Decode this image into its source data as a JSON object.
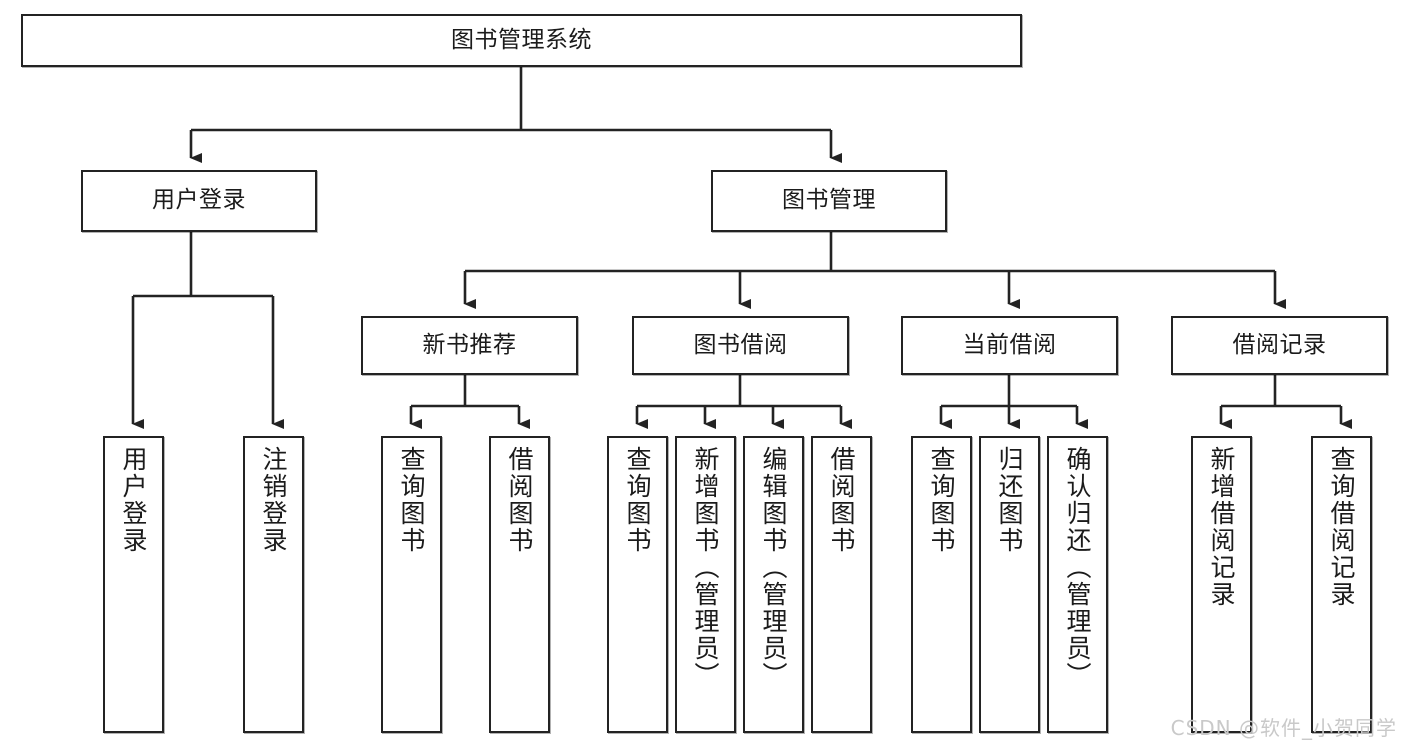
{
  "diagram": {
    "title": "图书管理系统",
    "watermark": "CSDN @软件_小贺同学",
    "accent_color": "#232323",
    "background_color": "#ffffff",
    "nodes": {
      "root": {
        "label": "图书管理系统"
      },
      "level1": [
        {
          "id": "user-login",
          "label": "用户登录"
        },
        {
          "id": "book-manage",
          "label": "图书管理"
        }
      ],
      "level2": [
        {
          "id": "new-book-recommend",
          "label": "新书推荐"
        },
        {
          "id": "book-borrow",
          "label": "图书借阅"
        },
        {
          "id": "current-borrow",
          "label": "当前借阅"
        },
        {
          "id": "borrow-record",
          "label": "借阅记录"
        }
      ],
      "leaves": [
        {
          "id": "leaf-user-login",
          "label": "用户登录",
          "parent": "user-login"
        },
        {
          "id": "leaf-logout-login",
          "label": "注销登录",
          "parent": "user-login"
        },
        {
          "id": "leaf-query-book-1",
          "label": "查询图书",
          "parent": "new-book-recommend"
        },
        {
          "id": "leaf-borrow-book-1",
          "label": "借阅图书",
          "parent": "new-book-recommend"
        },
        {
          "id": "leaf-query-book-2",
          "label": "查询图书",
          "parent": "book-borrow"
        },
        {
          "id": "leaf-add-book",
          "label": "新增图书（管理员）",
          "parent": "book-borrow"
        },
        {
          "id": "leaf-edit-book",
          "label": "编辑图书（管理员）",
          "parent": "book-borrow"
        },
        {
          "id": "leaf-borrow-book-2",
          "label": "借阅图书",
          "parent": "book-borrow"
        },
        {
          "id": "leaf-query-book-3",
          "label": "查询图书",
          "parent": "current-borrow"
        },
        {
          "id": "leaf-return-book",
          "label": "归还图书",
          "parent": "current-borrow"
        },
        {
          "id": "leaf-confirm-return",
          "label": "确认归还（管理员）",
          "parent": "current-borrow"
        },
        {
          "id": "leaf-add-record",
          "label": "新增借阅记录",
          "parent": "borrow-record"
        },
        {
          "id": "leaf-query-record",
          "label": "查询借阅记录",
          "parent": "borrow-record"
        }
      ]
    }
  }
}
